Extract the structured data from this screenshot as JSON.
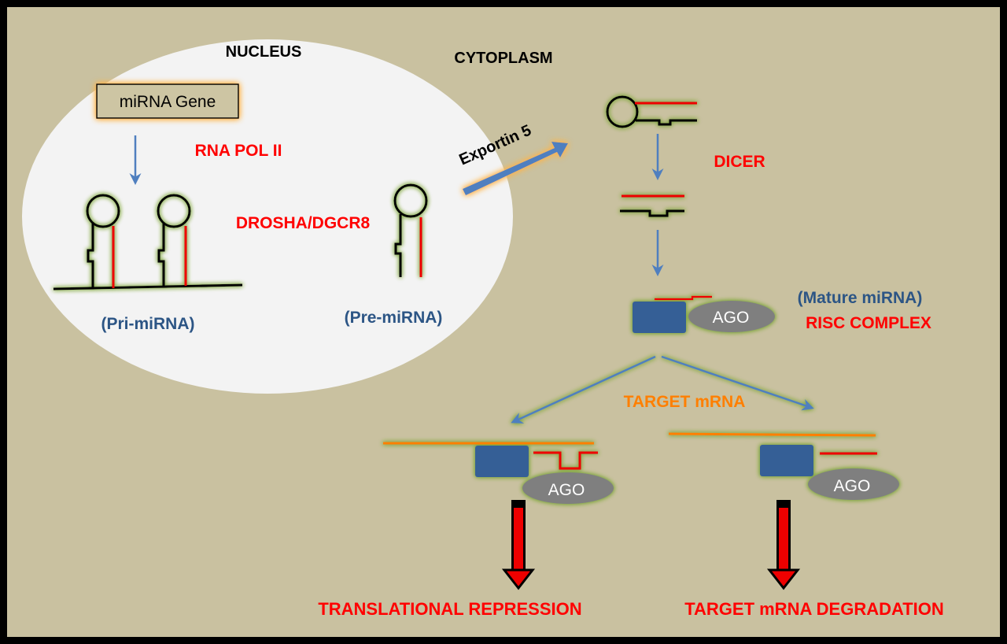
{
  "labels": {
    "nucleus": "NUCLEUS",
    "cytoplasm": "CYTOPLASM",
    "gene": "miRNA Gene",
    "rna_pol": "RNA POL II",
    "drosha": "DROSHA/DGCR8",
    "pri_mirna": "(Pri-miRNA)",
    "pre_mirna": "(Pre-miRNA)",
    "exportin": "Exportin 5",
    "dicer": "DICER",
    "mature": "(Mature miRNA)",
    "risc": "RISC COMPLEX",
    "ago": "AGO",
    "target": "TARGET mRNA",
    "repression": "TRANSLATIONAL REPRESSION",
    "degradation": "TARGET mRNA DEGRADATION"
  },
  "colors": {
    "background": "#c9c1a0",
    "frame": "#000000",
    "nucleus": "#f3f3f3",
    "red_text": "#ff0000",
    "blue_text": "#2c5585",
    "orange": "#ff7f00",
    "arrow_blue": "#4f7fbf",
    "box_blue": "#355e96",
    "ago_gray": "#7f7f7f",
    "glow_green": "#7ea63c",
    "glow_orange": "#ffb347"
  }
}
